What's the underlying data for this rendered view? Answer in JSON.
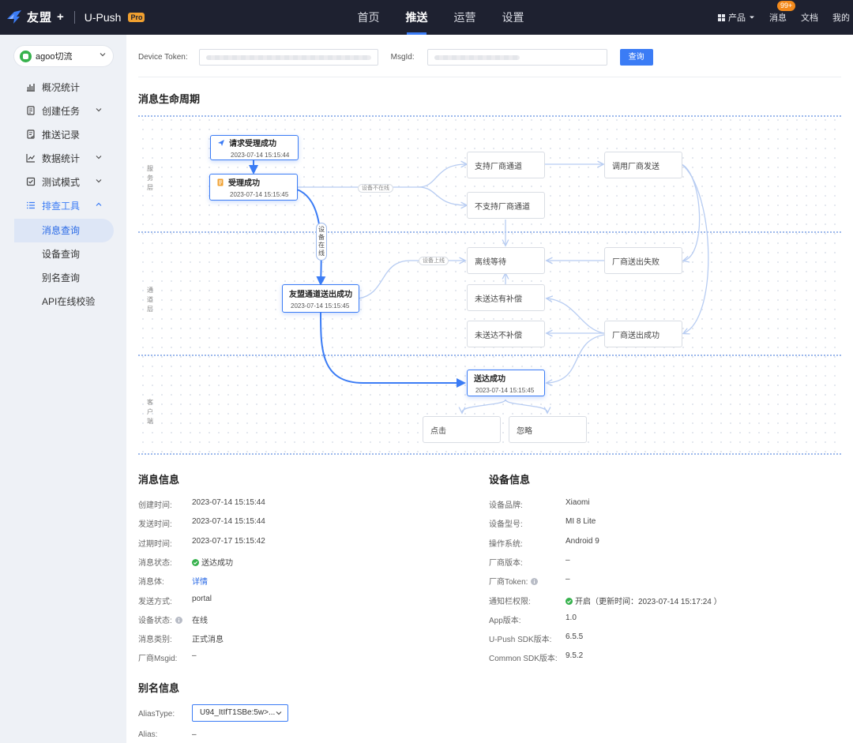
{
  "topbar": {
    "logo_text": "友盟",
    "logo_plus": "+",
    "product": "U-Push",
    "pro": "Pro",
    "nav": [
      {
        "label": "首页",
        "active": false
      },
      {
        "label": "推送",
        "active": true
      },
      {
        "label": "运营",
        "active": false
      },
      {
        "label": "设置",
        "active": false
      }
    ],
    "products_label": "产品",
    "messages_label": "消息",
    "messages_badge": "99+",
    "docs_label": "文档",
    "mine_label": "我的"
  },
  "sidebar": {
    "app_name": "agoo切流",
    "menu": [
      {
        "label": "概况统计",
        "icon": "bar-chart-icon",
        "chevron": false
      },
      {
        "label": "创建任务",
        "icon": "create-task-icon",
        "chevron": true
      },
      {
        "label": "推送记录",
        "icon": "record-icon",
        "chevron": false
      },
      {
        "label": "数据统计",
        "icon": "line-chart-icon",
        "chevron": true
      },
      {
        "label": "测试模式",
        "icon": "test-mode-icon",
        "chevron": true
      },
      {
        "label": "排查工具",
        "icon": "list-icon",
        "chevron": true,
        "open": true
      }
    ],
    "submenu": [
      {
        "label": "消息查询",
        "active": true
      },
      {
        "label": "设备查询",
        "active": false
      },
      {
        "label": "别名查询",
        "active": false
      },
      {
        "label": "API在线校验",
        "active": false
      }
    ]
  },
  "search": {
    "device_token_label": "Device Token:",
    "msgid_label": "MsgId:",
    "query_button": "查询"
  },
  "lifecycle": {
    "title": "消息生命周期",
    "lanes": [
      "服务层",
      "通道层",
      "客户端"
    ],
    "nodes": {
      "request_accepted": {
        "title": "请求受理成功",
        "time": "2023-07-14 15:15:44"
      },
      "accepted": {
        "title": "受理成功",
        "time": "2023-07-14 15:15:45"
      },
      "channel_sent": {
        "title": "友盟通道送出成功",
        "time": "2023-07-14 15:15:45"
      },
      "delivered": {
        "title": "送达成功",
        "time": "2023-07-14 15:15:45"
      },
      "vendor_supported": "支持厂商通道",
      "vendor_unsupported": "不支持厂商通道",
      "call_vendor": "调用厂商发送",
      "offline_wait": "离线等待",
      "vendor_fail": "厂商送出失败",
      "not_delivered_comp": "未送达有补偿",
      "not_delivered_nocomp": "未送达不补偿",
      "vendor_success": "厂商送出成功",
      "click": "点击",
      "ignore": "忽略"
    },
    "tags": {
      "device_offline": "设备不在线",
      "device_online": "设备在线",
      "device_up": "设备上线"
    }
  },
  "message_info": {
    "title": "消息信息",
    "rows": [
      {
        "k": "创建时间:",
        "v": "2023-07-14 15:15:44"
      },
      {
        "k": "发送时间:",
        "v": "2023-07-14 15:15:44"
      },
      {
        "k": "过期时间:",
        "v": "2023-07-17 15:15:42"
      },
      {
        "k": "消息状态:",
        "v": "送达成功"
      },
      {
        "k": "消息体:",
        "v": "详情"
      },
      {
        "k": "发送方式:",
        "v": "portal"
      },
      {
        "k": "设备状态:",
        "v": "在线"
      },
      {
        "k": "消息类别:",
        "v": "正式消息"
      },
      {
        "k": "厂商Msgid:",
        "v": "–"
      }
    ]
  },
  "device_info": {
    "title": "设备信息",
    "rows": [
      {
        "k": "设备品牌:",
        "v": "Xiaomi"
      },
      {
        "k": "设备型号:",
        "v": "MI 8 Lite"
      },
      {
        "k": "操作系统:",
        "v": "Android 9"
      },
      {
        "k": "厂商版本:",
        "v": "–"
      },
      {
        "k": "厂商Token:",
        "v": "–"
      },
      {
        "k": "通知栏权限:",
        "v": "开启（更新时间：2023-07-14 15:17:24 ）"
      },
      {
        "k": "App版本:",
        "v": "1.0"
      },
      {
        "k": "U-Push SDK版本:",
        "v": "6.5.5"
      },
      {
        "k": "Common SDK版本:",
        "v": "9.5.2"
      }
    ]
  },
  "alias_info": {
    "title": "别名信息",
    "type_label": "AliasType:",
    "type_value": "U94_ItIfT1SBe:5w>...",
    "alias_label": "Alias:",
    "alias_value": "–"
  },
  "colors": {
    "accent": "#3b7cf5",
    "topbar": "#1e2130",
    "success": "#37b24d"
  }
}
